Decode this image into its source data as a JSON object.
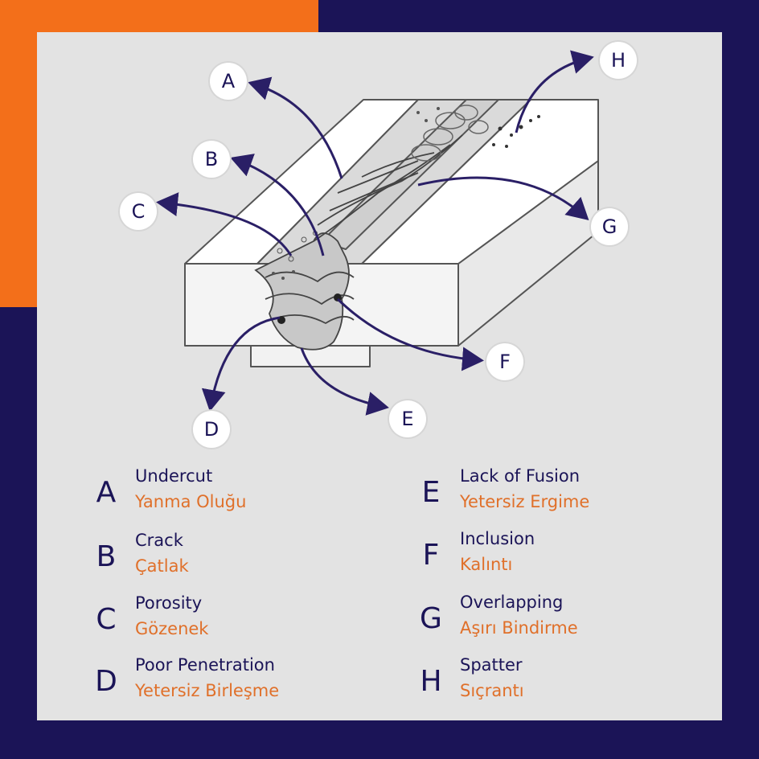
{
  "colors": {
    "navy": "#1b1457",
    "orange": "#f36f1a",
    "panel": "#e3e3e3",
    "turkish_text": "#e0702a",
    "arrow": "#2a1f66"
  },
  "callouts": {
    "A": "A",
    "B": "B",
    "C": "C",
    "D": "D",
    "E": "E",
    "F": "F",
    "G": "G",
    "H": "H"
  },
  "legend": [
    {
      "letter": "A",
      "en": "Undercut",
      "tr": "Yanma Oluğu"
    },
    {
      "letter": "B",
      "en": "Crack",
      "tr": "Çatlak"
    },
    {
      "letter": "C",
      "en": "Porosity",
      "tr": "Gözenek"
    },
    {
      "letter": "D",
      "en": "Poor Penetration",
      "tr": "Yetersiz Birleşme"
    },
    {
      "letter": "E",
      "en": "Lack of Fusion",
      "tr": "Yetersiz Ergime"
    },
    {
      "letter": "F",
      "en": "Inclusion",
      "tr": "Kalıntı"
    },
    {
      "letter": "G",
      "en": "Overlapping",
      "tr": "Aşırı Bindirme"
    },
    {
      "letter": "H",
      "en": "Spatter",
      "tr": "Sıçrantı"
    }
  ]
}
